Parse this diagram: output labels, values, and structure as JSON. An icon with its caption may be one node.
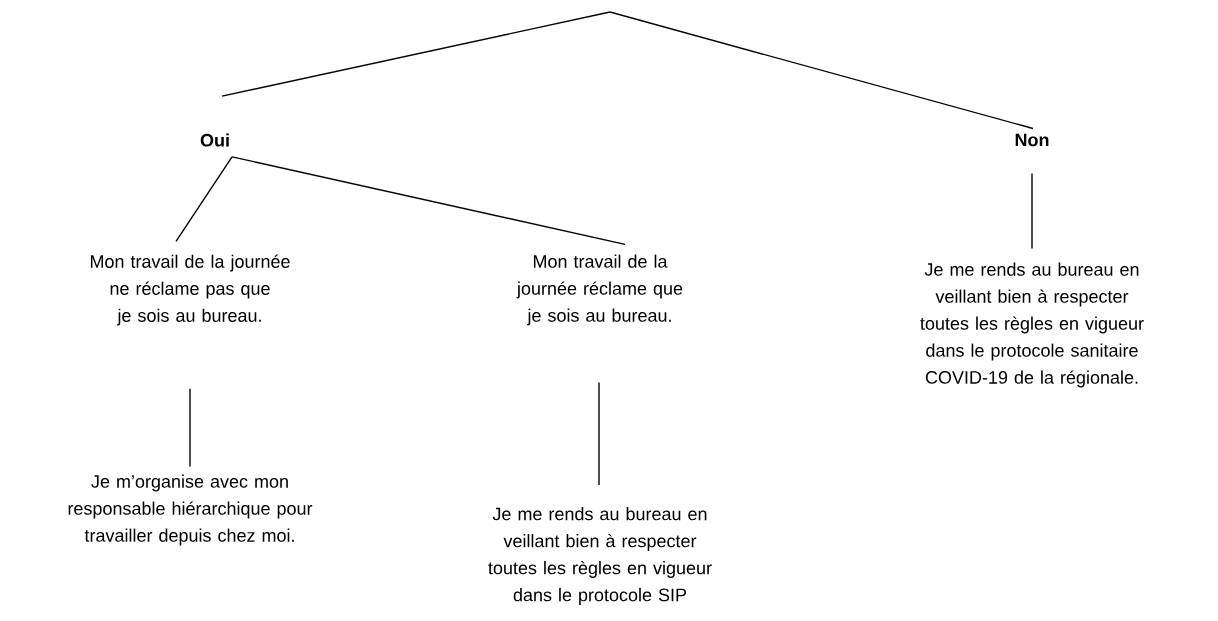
{
  "diagram": {
    "nodes": [
      {
        "text": [
          "Oui"
        ]
      },
      {
        "text": [
          "Non"
        ]
      },
      {
        "text": [
          "Mon travail de la journée ne réclame pas que je sois au bureau."
        ]
      },
      {
        "text": [
          "Mon travail de la journée réclame que je sois au bureau."
        ]
      },
      {
        "text": [
          "Je me rends au bureau en veillant bien à respecter toutes les règles en vigueur dans le protocole sanitaire COVID-19 de la régionale."
        ]
      },
      {
        "text": [
          "Je m’organise avec mon responsable hiérarchique pour travailler depuis chez moi."
        ]
      },
      {
        "text": [
          "Je me rends au bureau en veillant bien à respecter toutes les règles en vigueur dans le protocole SIP"
        ]
      }
    ],
    "edges": [
      {
        "from": null,
        "to": 0,
        "arrow": "none"
      },
      {
        "from": null,
        "to": 1,
        "arrow": "none"
      },
      {
        "from": 0,
        "to": 2,
        "arrow": "none"
      },
      {
        "from": 0,
        "to": 3,
        "arrow": "none"
      },
      {
        "from": 1,
        "to": 4,
        "arrow": "none"
      },
      {
        "from": 2,
        "to": 5,
        "arrow": "none"
      },
      {
        "from": 3,
        "to": 6,
        "arrow": "none"
      }
    ]
  }
}
